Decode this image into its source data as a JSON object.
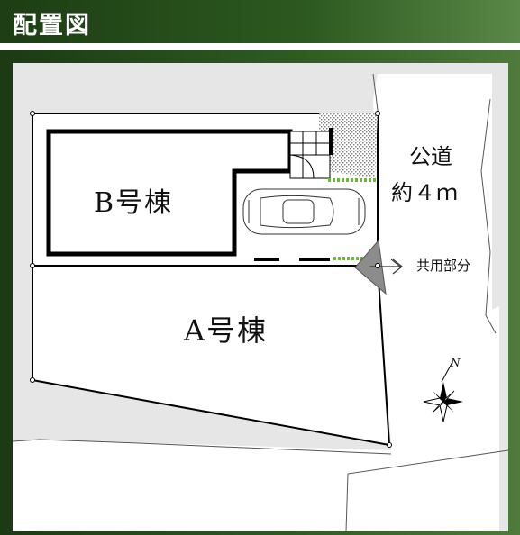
{
  "header": {
    "title": "配置図"
  },
  "map": {
    "building_b": "B号棟",
    "building_a": "A号棟",
    "road_label_1": "公道",
    "road_label_2": "約４ｍ",
    "shared_part": "共用部分",
    "north": "N"
  },
  "colors": {
    "frame_dark": "#1d3d14",
    "frame_light": "#5a8848",
    "map_bg": "#e6e6e6",
    "hedge": "#6fb83f",
    "shared_marker": "#8c8c8c"
  }
}
